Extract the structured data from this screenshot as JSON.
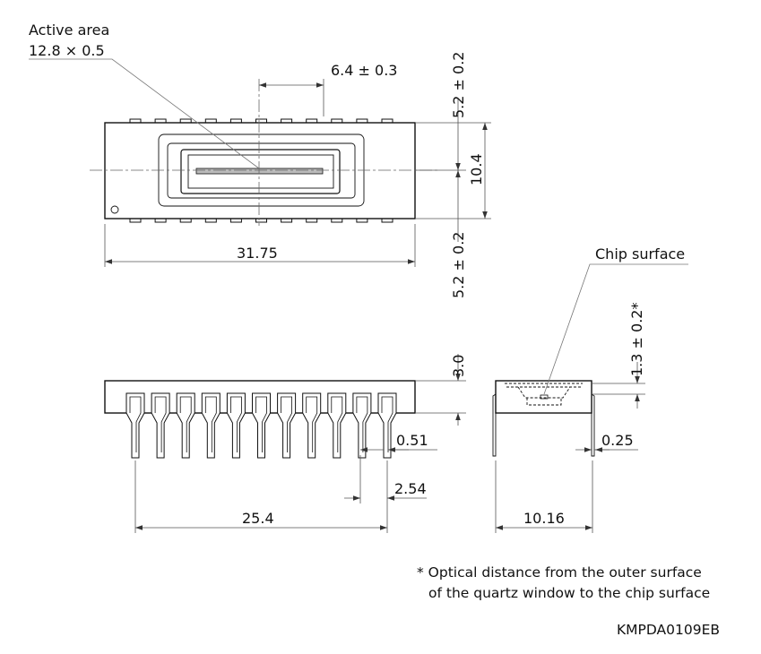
{
  "labels": {
    "active_area_title": "Active area",
    "active_area_size": "12.8 × 0.5",
    "offset": "6.4 ± 0.3",
    "top_margin": "5.2 ± 0.2",
    "height": "10.4",
    "bottom_margin": "5.2 ± 0.2",
    "length": "31.75",
    "chip_surface": "Chip surface",
    "optical_distance": "1.3 ± 0.2*",
    "thickness": "3.0",
    "pin_width": "0.51",
    "pin_pitch": "2.54",
    "pin_span": "25.4",
    "lead_thickness": "0.25",
    "row_spacing": "10.16"
  },
  "footnote": {
    "line1": "* Optical distance from the outer surface",
    "line2": "of the quartz window to the chip surface"
  },
  "drawing_code": "KMPDA0109EB"
}
